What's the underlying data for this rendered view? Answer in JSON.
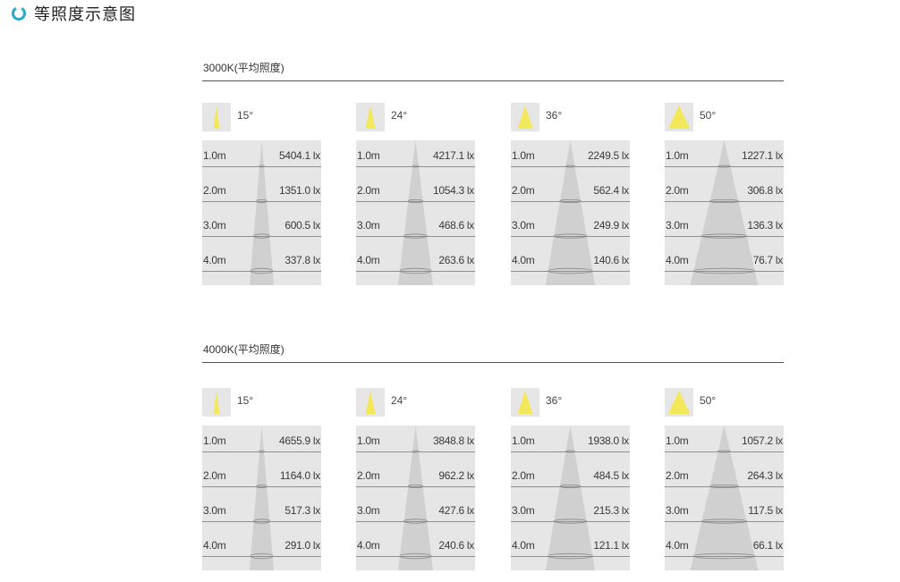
{
  "header": {
    "title": "等照度示意图",
    "icon": "ring-icon",
    "accent": "#2aa8c8"
  },
  "colors": {
    "beam": "#f2e85a",
    "panel_bg": "#e6e6e6",
    "cone": "#d0d0d0"
  },
  "sections": [
    {
      "title": "3000K(平均照度)",
      "panels": [
        {
          "angle": "15°",
          "beam_deg": 15,
          "rows": [
            {
              "dist": "1.0m",
              "lux": "5404.1 lx"
            },
            {
              "dist": "2.0m",
              "lux": "1351.0 lx"
            },
            {
              "dist": "3.0m",
              "lux": "600.5 lx"
            },
            {
              "dist": "4.0m",
              "lux": "337.8 lx"
            }
          ]
        },
        {
          "angle": "24°",
          "beam_deg": 24,
          "rows": [
            {
              "dist": "1.0m",
              "lux": "4217.1 lx"
            },
            {
              "dist": "2.0m",
              "lux": "1054.3 lx"
            },
            {
              "dist": "3.0m",
              "lux": "468.6 lx"
            },
            {
              "dist": "4.0m",
              "lux": "263.6 lx"
            }
          ]
        },
        {
          "angle": "36°",
          "beam_deg": 36,
          "rows": [
            {
              "dist": "1.0m",
              "lux": "2249.5 lx"
            },
            {
              "dist": "2.0m",
              "lux": "562.4 lx"
            },
            {
              "dist": "3.0m",
              "lux": "249.9 lx"
            },
            {
              "dist": "4.0m",
              "lux": "140.6 lx"
            }
          ]
        },
        {
          "angle": "50°",
          "beam_deg": 50,
          "rows": [
            {
              "dist": "1.0m",
              "lux": "1227.1 lx"
            },
            {
              "dist": "2.0m",
              "lux": "306.8 lx"
            },
            {
              "dist": "3.0m",
              "lux": "136.3 lx"
            },
            {
              "dist": "4.0m",
              "lux": "76.7 lx"
            }
          ]
        }
      ]
    },
    {
      "title": "4000K(平均照度)",
      "panels": [
        {
          "angle": "15°",
          "beam_deg": 15,
          "rows": [
            {
              "dist": "1.0m",
              "lux": "4655.9 lx"
            },
            {
              "dist": "2.0m",
              "lux": "1164.0 lx"
            },
            {
              "dist": "3.0m",
              "lux": "517.3 lx"
            },
            {
              "dist": "4.0m",
              "lux": "291.0 lx"
            }
          ]
        },
        {
          "angle": "24°",
          "beam_deg": 24,
          "rows": [
            {
              "dist": "1.0m",
              "lux": "3848.8 lx"
            },
            {
              "dist": "2.0m",
              "lux": "962.2 lx"
            },
            {
              "dist": "3.0m",
              "lux": "427.6 lx"
            },
            {
              "dist": "4.0m",
              "lux": "240.6 lx"
            }
          ]
        },
        {
          "angle": "36°",
          "beam_deg": 36,
          "rows": [
            {
              "dist": "1.0m",
              "lux": "1938.0 lx"
            },
            {
              "dist": "2.0m",
              "lux": "484.5 lx"
            },
            {
              "dist": "3.0m",
              "lux": "215.3 lx"
            },
            {
              "dist": "4.0m",
              "lux": "121.1 lx"
            }
          ]
        },
        {
          "angle": "50°",
          "beam_deg": 50,
          "rows": [
            {
              "dist": "1.0m",
              "lux": "1057.2 lx"
            },
            {
              "dist": "2.0m",
              "lux": "264.3 lx"
            },
            {
              "dist": "3.0m",
              "lux": "117.5 lx"
            },
            {
              "dist": "4.0m",
              "lux": "66.1 lx"
            }
          ]
        }
      ]
    }
  ]
}
